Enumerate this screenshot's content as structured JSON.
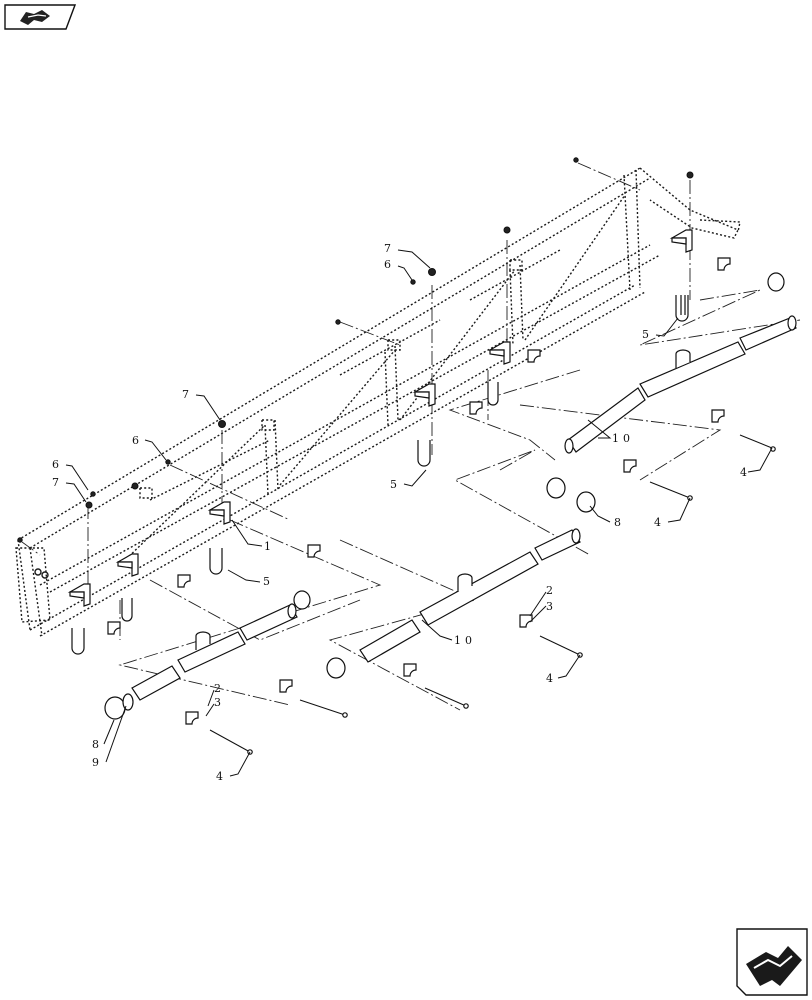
{
  "callouts": [
    {
      "text": "7",
      "part": "nut"
    },
    {
      "text": "6",
      "part": "washer"
    },
    {
      "text": "7",
      "part": "nut"
    },
    {
      "text": "6",
      "part": "washer"
    },
    {
      "text": "6",
      "part": "washer"
    },
    {
      "text": "7",
      "part": "nut"
    },
    {
      "text": "5",
      "part": "u-bolt"
    },
    {
      "text": "5",
      "part": "u-bolt"
    },
    {
      "text": "5",
      "part": "u-bolt"
    },
    {
      "text": "1",
      "part": "bracket"
    },
    {
      "text": "10",
      "part": "pipe"
    },
    {
      "text": "10",
      "part": "pipe"
    },
    {
      "text": "4",
      "part": "bolt"
    },
    {
      "text": "4",
      "part": "bolt"
    },
    {
      "text": "4",
      "part": "bolt"
    },
    {
      "text": "4",
      "part": "bolt"
    },
    {
      "text": "8",
      "part": "cap"
    },
    {
      "text": "8",
      "part": "cap"
    },
    {
      "text": "9",
      "part": "hose-clamp"
    },
    {
      "text": "2",
      "part": "clamp-half"
    },
    {
      "text": "3",
      "part": "clamp-half"
    },
    {
      "text": "2",
      "part": "clamp-half"
    },
    {
      "text": "3",
      "part": "clamp-half"
    }
  ],
  "icons": {
    "top_left": "previous-page-icon",
    "bottom_right": "next-page-icon"
  },
  "colors": {
    "line": "#111111",
    "background": "#ffffff"
  }
}
